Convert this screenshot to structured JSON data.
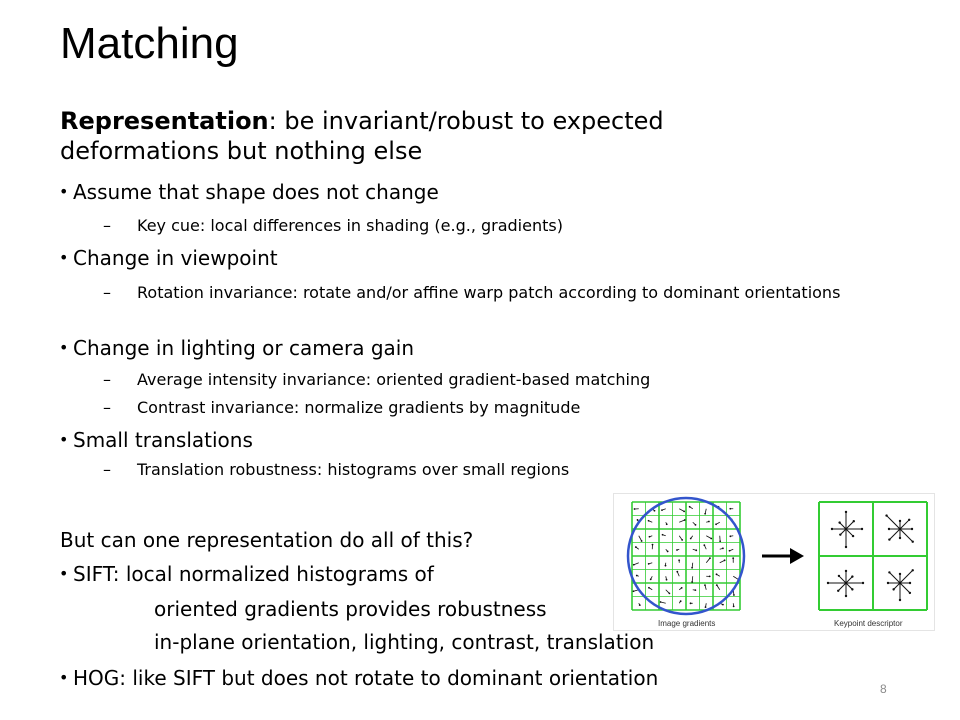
{
  "slide": {
    "title": "Matching",
    "lead_bold": "Representation",
    "lead_rest": ": be invariant/robust to expected deformations but nothing else",
    "items": [
      {
        "text": "Assume that shape does not change"
      },
      {
        "text": "Key cue: local differences in shading (e.g., gradients)"
      },
      {
        "text": "Change in viewpoint"
      },
      {
        "text": "Rotation invariance: rotate and/or affine warp patch according to dominant orientations"
      },
      {
        "text": "Change in lighting or camera gain"
      },
      {
        "text": "Average intensity invariance: oriented gradient-based matching"
      },
      {
        "text": "Contrast invariance: normalize gradients by magnitude"
      },
      {
        "text": "Small translations"
      },
      {
        "text": "Translation robustness: histograms over small regions"
      }
    ],
    "question": "But can one representation do all of this?",
    "sift_line": "SIFT: local normalized histograms of",
    "sift_cont1": "oriented gradients provides robustness",
    "sift_cont2": "in-plane orientation, lighting, contrast, translation",
    "hog_line": "HOG: like SIFT but does not rotate to dominant orientation",
    "bullet_char": "•",
    "dash_char": "–",
    "page_number": "8"
  },
  "figure": {
    "left_caption": "Image gradients",
    "right_caption": "Keypoint descriptor",
    "grid_color": "#33cc33",
    "circle_color": "#3355cc",
    "arrow_color": "#111111"
  }
}
